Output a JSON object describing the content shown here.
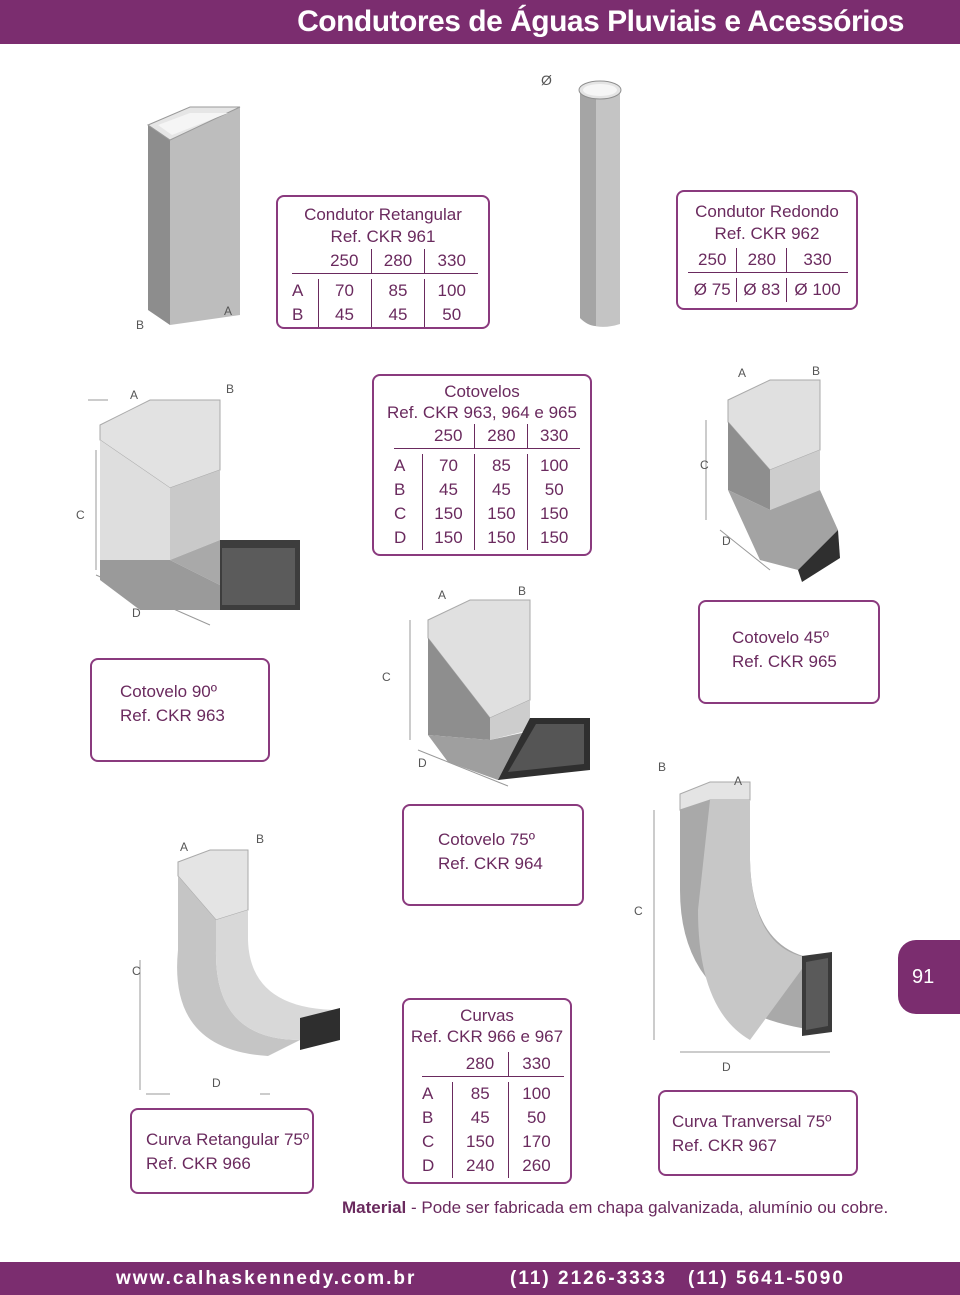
{
  "header": {
    "title": "Condutores de Águas Pluviais e Acessórios"
  },
  "footer": {
    "site": "www.calhaskennedy.com.br",
    "phone1": "(11) 2126-3333",
    "phone2": "(11) 5641-5090"
  },
  "page_number": "91",
  "diameter_symbol": "Ø",
  "letters": {
    "a": "A",
    "b": "B",
    "c": "C",
    "d": "D"
  },
  "rect": {
    "title": "Condutor Retangular",
    "ref": "Ref. CKR 961",
    "cols": [
      "250",
      "280",
      "330"
    ],
    "rows": [
      {
        "label": "A",
        "values": [
          "70",
          "85",
          "100"
        ]
      },
      {
        "label": "B",
        "values": [
          "45",
          "45",
          "50"
        ]
      }
    ]
  },
  "round": {
    "title": "Condutor Redondo",
    "ref": "Ref. CKR 962",
    "cols": [
      "250",
      "280",
      "330"
    ],
    "values": [
      "Ø 75",
      "Ø 83",
      "Ø 100"
    ]
  },
  "elbows": {
    "title": "Cotovelos",
    "ref": "Ref. CKR 963, 964 e 965",
    "cols": [
      "250",
      "280",
      "330"
    ],
    "rows": [
      {
        "label": "A",
        "values": [
          "70",
          "85",
          "100"
        ]
      },
      {
        "label": "B",
        "values": [
          "45",
          "45",
          "50"
        ]
      },
      {
        "label": "C",
        "values": [
          "150",
          "150",
          "150"
        ]
      },
      {
        "label": "D",
        "values": [
          "150",
          "150",
          "150"
        ]
      }
    ]
  },
  "elbow90": {
    "title": "Cotovelo 90º",
    "ref": "Ref. CKR 963"
  },
  "elbow45": {
    "title": "Cotovelo 45º",
    "ref": "Ref. CKR 965"
  },
  "elbow75": {
    "title": "Cotovelo 75º",
    "ref": "Ref. CKR 964"
  },
  "curves": {
    "title": "Curvas",
    "ref": "Ref. CKR 966 e 967",
    "cols": [
      "280",
      "330"
    ],
    "rows": [
      {
        "label": "A",
        "values": [
          "85",
          "100"
        ]
      },
      {
        "label": "B",
        "values": [
          "45",
          "50"
        ]
      },
      {
        "label": "C",
        "values": [
          "150",
          "170"
        ]
      },
      {
        "label": "D",
        "values": [
          "240",
          "260"
        ]
      }
    ]
  },
  "curve_rect": {
    "title": "Curva Retangular 75º",
    "ref": "Ref. CKR 966"
  },
  "curve_trans": {
    "title": "Curva Tranversal 75º",
    "ref": "Ref. CKR 967"
  },
  "material": {
    "label": "Material",
    "text": " - Pode ser fabricada em chapa galvanizada, alumínio ou cobre."
  }
}
